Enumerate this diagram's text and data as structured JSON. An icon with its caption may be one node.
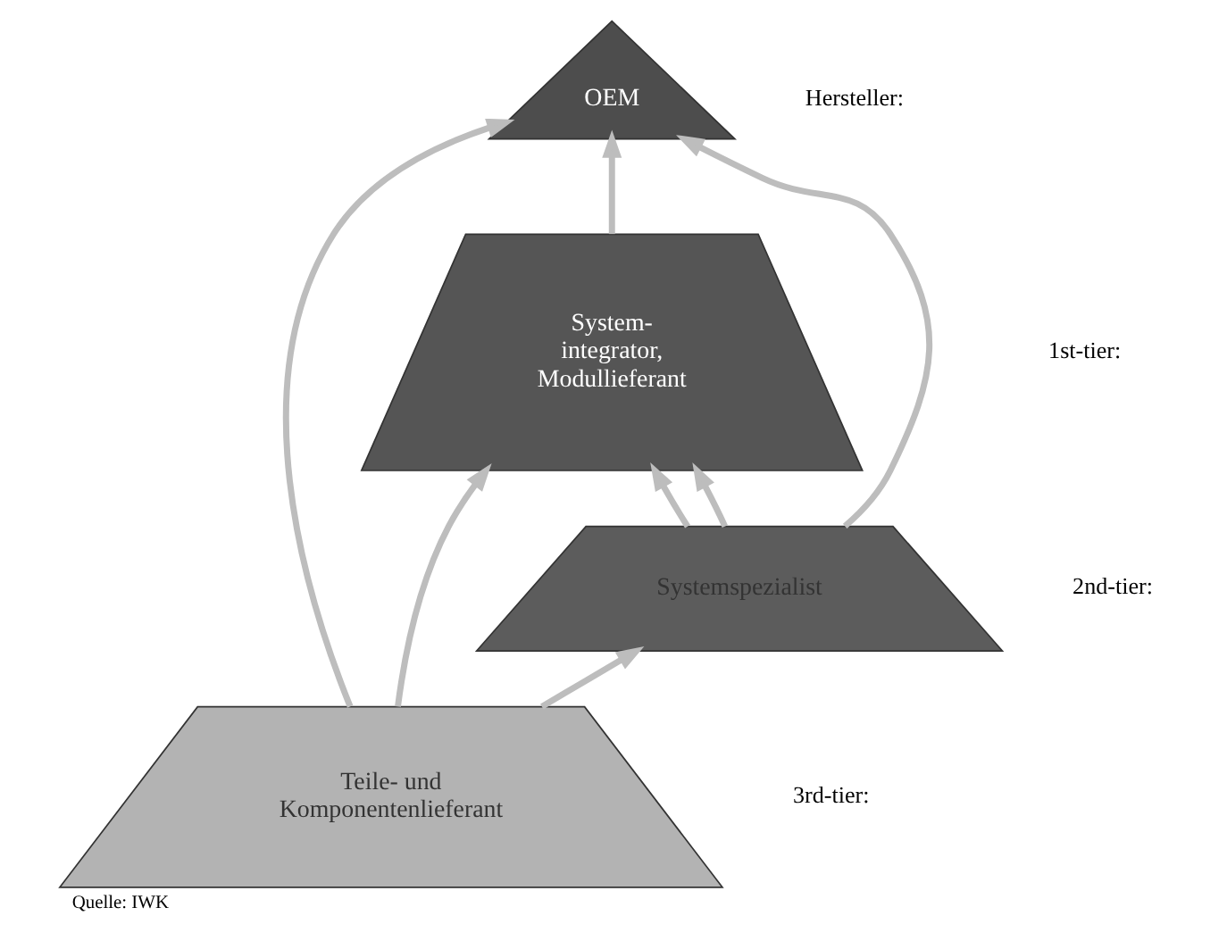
{
  "diagram": {
    "caption": "Quelle: IWK",
    "nodes": [
      {
        "text": [
          "OEM"
        ]
      },
      {
        "text": [
          "System- integrator, Modullieferant"
        ]
      },
      {
        "text": [
          "Systemspezialist"
        ]
      },
      {
        "text": [
          "Teile- und Komponentenlieferant"
        ]
      }
    ],
    "edges": [
      {
        "from": 2,
        "to": 0,
        "arrow": "to"
      },
      {
        "from": 1,
        "to": 0,
        "arrow": "to"
      },
      {
        "from": 3,
        "to": 0,
        "arrow": "to"
      },
      {
        "from": 2,
        "to": 1,
        "arrow": "to"
      },
      {
        "from": 2,
        "to": 1,
        "arrow": "to"
      },
      {
        "from": 3,
        "to": 1,
        "arrow": "to"
      },
      {
        "from": 3,
        "to": 2,
        "arrow": "to"
      }
    ],
    "labels": [
      "Hersteller:",
      "1st-tier:",
      "2nd-tier:",
      "3rd-tier:"
    ]
  }
}
